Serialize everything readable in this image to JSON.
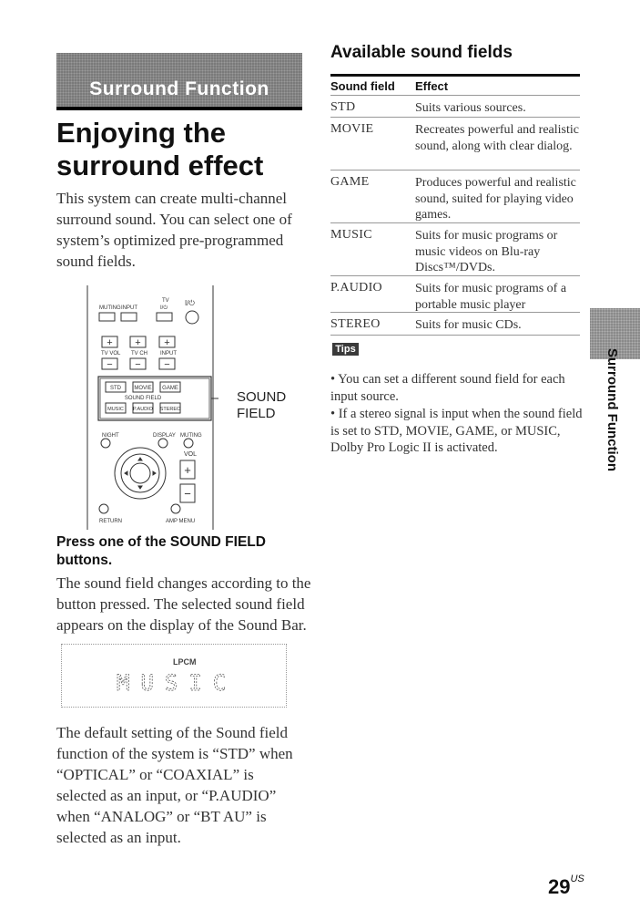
{
  "left_column": {
    "section_banner": "Surround Function",
    "title": "Enjoying the surround effect",
    "intro": "This system can create multi-channel surround sound. You can select one of system’s optimized pre-programmed sound fields.",
    "remote": {
      "labels": {
        "muting": "MUTING",
        "input": "INPUT",
        "tv": "TV",
        "tv_power": "I/⏻",
        "power": "I/⏻",
        "tv_vol": "TV VOL",
        "tv_ch": "TV CH",
        "input2": "INPUT",
        "plus": "+",
        "minus": "−",
        "std": "STD",
        "movie": "MOVIE",
        "game": "GAME",
        "sound_field": "SOUND FIELD",
        "music": "MUSIC",
        "paudio": "P.AUDIO",
        "stereo": "STEREO",
        "night": "NIGHT",
        "display": "DISPLAY",
        "muting2": "MUTING",
        "vol": "VOL",
        "return": "RETURN",
        "amp_menu": "AMP MENU"
      }
    },
    "callout_line1": "SOUND",
    "callout_line2": "FIELD",
    "step_heading": "Press one of the SOUND FIELD buttons.",
    "step_body": "The sound field changes according to the button pressed. The selected sound field appears on the display of the Sound Bar.",
    "display": {
      "indicator": "LPCM",
      "text": "MUSIC"
    },
    "default_text": "The default setting of the Sound field function of the system is “STD” when “OPTICAL” or “COAXIAL” is selected as an input, or “P.AUDIO” when “ANALOG” or “BT AU” is selected as an input."
  },
  "right_column": {
    "heading": "Available sound fields",
    "table": {
      "headers": [
        "Sound field",
        "Effect"
      ],
      "rows": [
        {
          "name": "STD",
          "effect": "Suits various sources."
        },
        {
          "name": "MOVIE",
          "effect": "Recreates powerful and realistic sound, along with clear dialog."
        },
        {
          "name": "GAME",
          "effect": "Produces powerful and realistic sound, suited for playing video games."
        },
        {
          "name": "MUSIC",
          "effect": "Suits for music programs or music videos on Blu-ray Discs™/DVDs."
        },
        {
          "name": "P.AUDIO",
          "effect": "Suits for music programs of a portable music player"
        },
        {
          "name": "STEREO",
          "effect": "Suits for music CDs."
        }
      ]
    },
    "tips_label": "Tips",
    "tips": [
      "• You can set a different sound field for each input source.",
      "• If a stereo signal is input when the sound field is set to STD, MOVIE, GAME, or MUSIC, Dolby Pro Logic II is activated."
    ]
  },
  "side_tab_label": "Surround Function",
  "page_number": "29",
  "page_suffix": "US"
}
